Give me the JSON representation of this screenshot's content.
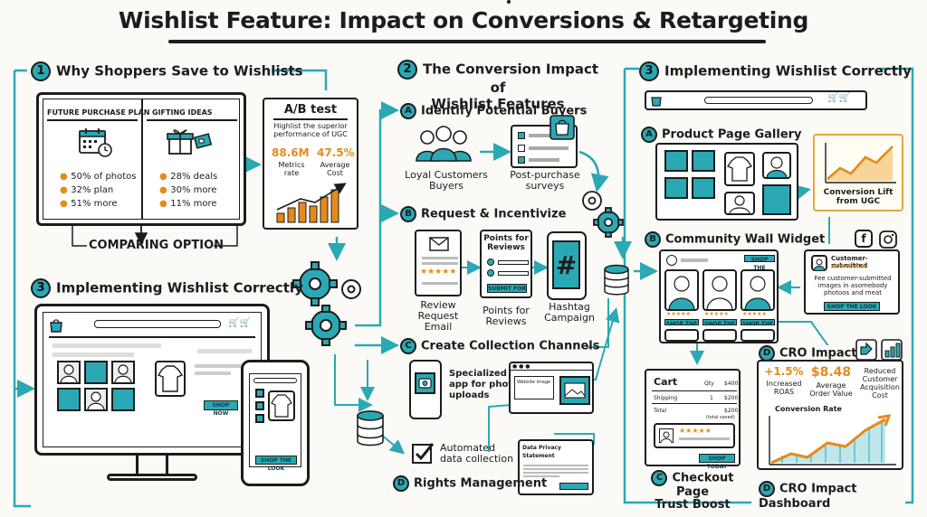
{
  "title": "Wishlist Feature: Impact on Conversions & Retargeting",
  "colors": {
    "accent": "#2aa8b4",
    "highlight": "#e58a1b",
    "ink": "#1c1c1c",
    "background": "#fbfaf6"
  },
  "section1": {
    "number": "1",
    "heading": "Why Shoppers Save to Wishlists",
    "col_left": {
      "header": "FUTURE PURCHASE PLAN",
      "stats": [
        "50% of photos",
        "32% plan",
        "51% more"
      ]
    },
    "col_right": {
      "header": "GIFTING IDEAS",
      "stats": [
        "28% deals",
        "30% more",
        "11% more"
      ]
    },
    "comparing": "COMPARING OPTION",
    "ab": {
      "title": "A/B test",
      "desc": "Highlist the superior performance of UGC",
      "metric1": {
        "value": "88.6M",
        "label": "Metrics rate"
      },
      "metric2": {
        "value": "47.5%",
        "label": "Average Cost"
      }
    }
  },
  "section3_left": {
    "number": "3",
    "heading": "Implementing Wishlist Correctly",
    "shop_now": "SHOP NOW",
    "shop_the_look": "SHOP THE LOOK"
  },
  "section2": {
    "number": "2",
    "heading_line1": "The Conversion Impact of",
    "heading_line2": "Wishlist Features",
    "A": {
      "letter": "A",
      "label": "Identify Potential Buyers",
      "buyers_line1": "Loyal Customers",
      "buyers_line2": "Buyers",
      "surveys_line1": "Post-purchase",
      "surveys_line2": "surveys"
    },
    "B": {
      "letter": "B",
      "label": "Request & Incentivize",
      "email_line1": "Review",
      "email_line2": "Request",
      "email_line3": "Email",
      "points_title_line1": "Points for",
      "points_title_line2": "Reviews",
      "submit": "SUBMIT FOR",
      "points_label_line1": "Points for",
      "points_label_line2": "Reviews",
      "hashtag_line1": "Hashtag",
      "hashtag_line2": "Campaign",
      "hashtag_symbol": "#"
    },
    "C": {
      "letter": "C",
      "label": "Create Collection Channels",
      "app_line1": "Specialized",
      "app_line2": "app for photo",
      "app_line3": "uploads",
      "website_image": "Website image"
    },
    "automated_line1": "Automated",
    "automated_line2": "data collection",
    "privacy": "Data Privacy Statement",
    "D": {
      "letter": "D",
      "label": "Rights Management"
    }
  },
  "section3_right": {
    "number": "3",
    "heading": "Implementing Wishlist Correctly",
    "A": {
      "letter": "A",
      "label": "Product Page Gallery"
    },
    "conversion_lift_line1": "Conversion Lift",
    "conversion_lift_line2": "from UGC",
    "B": {
      "letter": "B",
      "label": "Community Wall Widget"
    },
    "widget_buttons": [
      "SHOP THE LOOK",
      "SHOP THE LOOK",
      "SHOP THE LOOK",
      "SHOP THE LOOK"
    ],
    "customer": {
      "title": "Customer-submitted",
      "stars": "★★★★★",
      "desc": "Fee customer-submitted images in asomebody photoos and meat",
      "button": "SHOP THE LOOK"
    },
    "cart": {
      "title": "Cart",
      "header_qty": "Qty",
      "header_price": "$400",
      "shipping_label": "Shipping",
      "shipping_qty": "1",
      "shipping_price": "$200",
      "total_label": "Total",
      "total_price": "$200",
      "total_note": "(total saved)",
      "stars": "★★★★★",
      "button": "SHOP TODAY"
    },
    "C": {
      "letter": "C",
      "label_line1": "Checkout Page",
      "label_line2": "Trust Boost"
    },
    "D_impact": {
      "letter": "D",
      "label": "CRO Impact"
    },
    "metrics": [
      {
        "value": "+1.5%",
        "label_line1": "Increased",
        "label_line2": "ROAS"
      },
      {
        "value": "$8.48",
        "label_line1": "Average",
        "label_line2": "Order Value"
      },
      {
        "value": "",
        "label_line1": "Reduced",
        "label_line2": "Customer Acquisition Cost"
      }
    ],
    "conversion_rate": "Conversion Rate",
    "D_dashboard": {
      "letter": "D",
      "label": "CRO Impact Dashboard"
    }
  }
}
